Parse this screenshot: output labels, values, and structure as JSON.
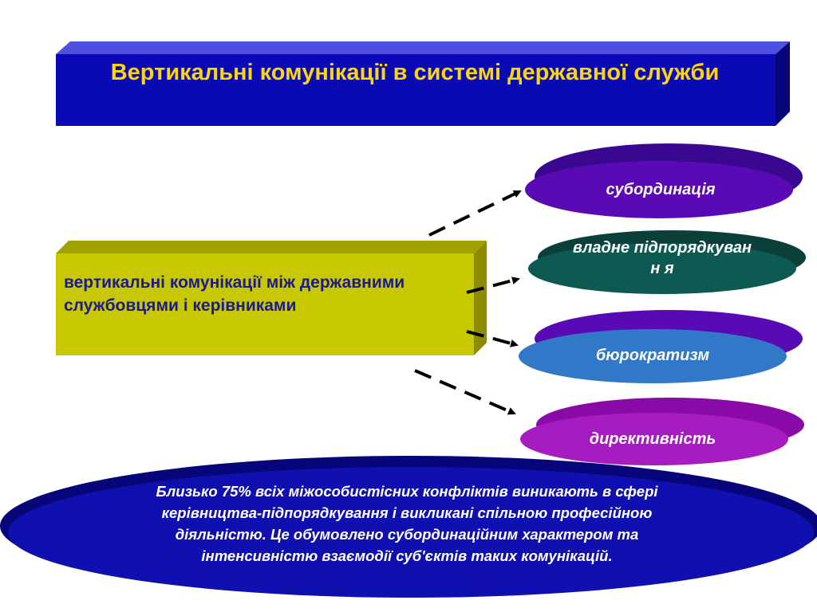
{
  "title": "Вертикальні комунікації в системі державної служби",
  "center_box": {
    "text": "вертикальні комунікації між державними службовцями і керівниками"
  },
  "branches": [
    {
      "label": "субординація",
      "color": "#5a0ab4"
    },
    {
      "label": "владне підпорядкуванн я",
      "color": "#0d5a52"
    },
    {
      "label": "бюрократизм",
      "color": "#3278c8"
    },
    {
      "label": "директивність",
      "color": "#a61cc0"
    }
  ],
  "note": "Близько 75% всіх міжособистісних конфліктів виникають в сфері керівництва-підпорядкування і викликані спільною професійною діяльністю. Це обумовлено субординаційним характером та інтенсивністю взаємодії суб'єктів таких комунікацій.",
  "colors": {
    "title_bg": "#0a0ab4",
    "title_text": "#ffd700",
    "center_box_bg": "#c8c800",
    "center_box_text": "#1a1a8c",
    "note_bg": "#1010b0"
  }
}
